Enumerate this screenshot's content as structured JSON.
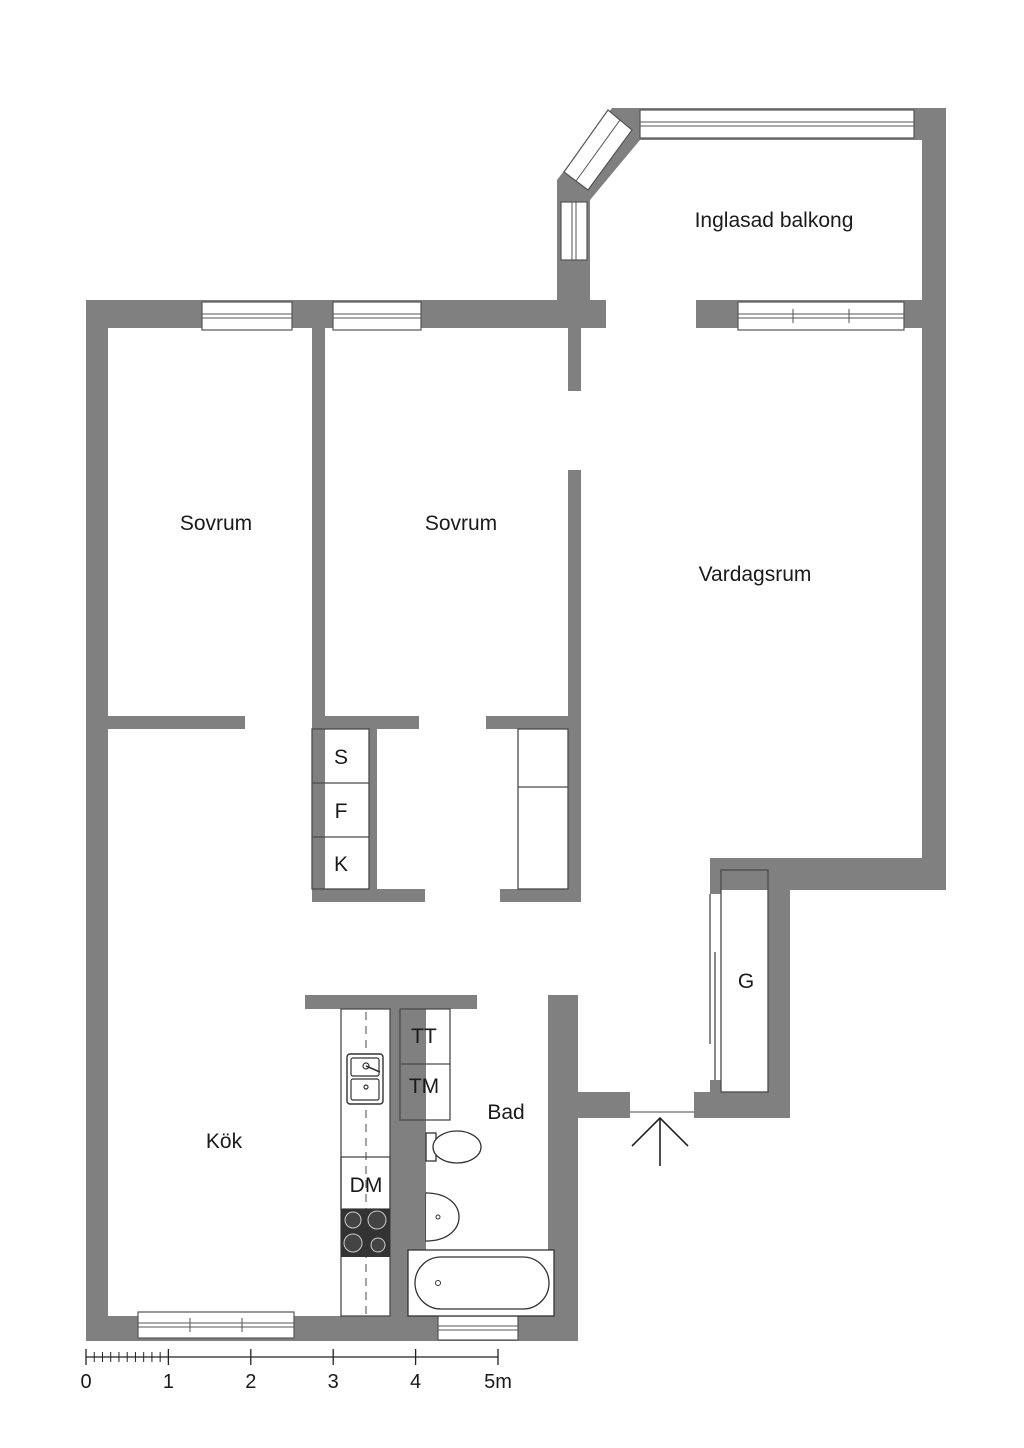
{
  "rooms": {
    "glazed_balcony": "Inglasad balkong",
    "bedroom_1": "Sovrum",
    "bedroom_2": "Sovrum",
    "living_room": "Vardagsrum",
    "kitchen": "Kök",
    "bathroom": "Bad",
    "wardrobe": "G"
  },
  "fixtures": {
    "closet_s": "S",
    "closet_f": "F",
    "closet_k": "K",
    "dryer": "TT",
    "washer": "TM",
    "dishwasher": "DM"
  },
  "scale_bar": {
    "ticks": [
      "0",
      "1",
      "2",
      "3",
      "4",
      "5m"
    ]
  },
  "colors": {
    "wall": "#808080",
    "background": "#ffffff",
    "line": "#4a4a4a"
  }
}
